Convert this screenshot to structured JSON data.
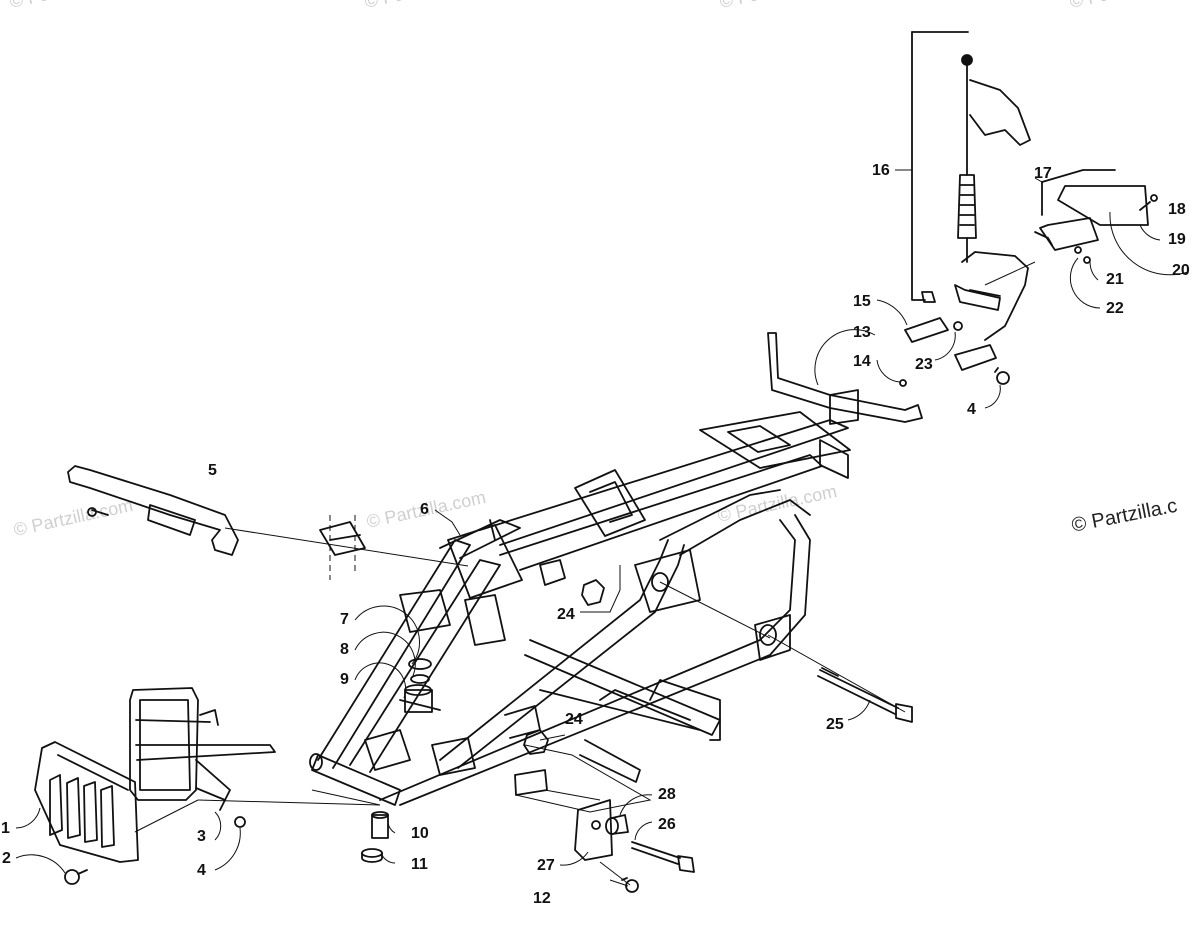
{
  "watermark": {
    "text": "© Partzilla.com",
    "corner_text": "© Partzilla.c"
  },
  "callouts": {
    "c1": "1",
    "c2": "2",
    "c3": "3",
    "c4a": "4",
    "c4b": "4",
    "c5": "5",
    "c6": "6",
    "c7": "7",
    "c8": "8",
    "c9": "9",
    "c10": "10",
    "c11": "11",
    "c12": "12",
    "c13": "13",
    "c14": "14",
    "c15": "15",
    "c16": "16",
    "c17": "17",
    "c18": "18",
    "c19": "19",
    "c20": "20",
    "c21": "21",
    "c22": "22",
    "c23": "23",
    "c24a": "24",
    "c24b": "24",
    "c25": "25",
    "c26": "26",
    "c27": "27",
    "c28": "28"
  }
}
